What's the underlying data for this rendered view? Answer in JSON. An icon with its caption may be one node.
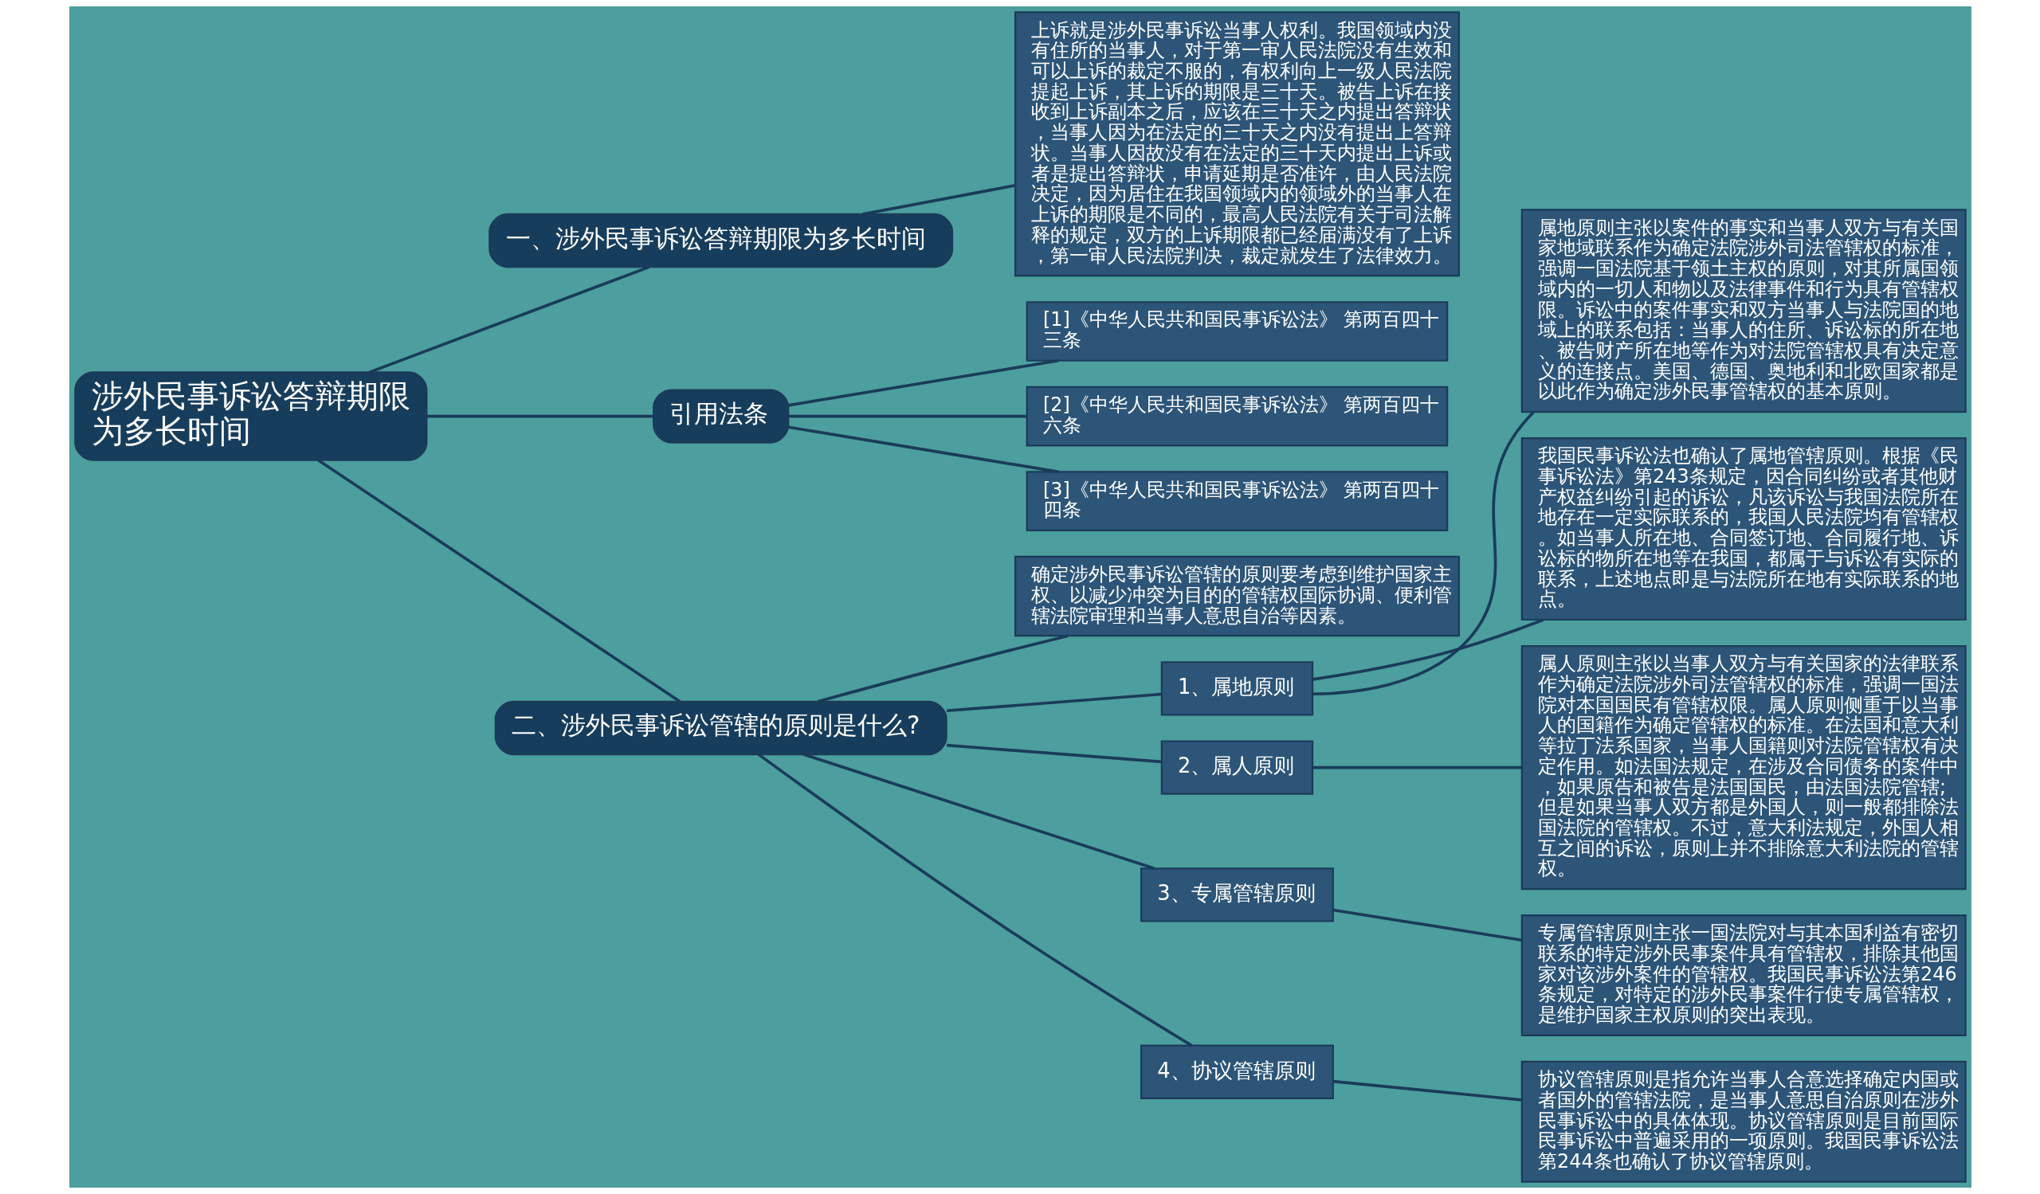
{
  "diagram": {
    "nodes": [
      {
        "text": [
          "涉外民事诉讼答辩期限为多长时间"
        ]
      },
      {
        "text": [
          "一、涉外民事诉讼答辩期限为多长时间"
        ]
      },
      {
        "text": [
          "上诉就是涉外民事诉讼当事人权利。我国领域内没有住所的当事人，对于第一审人民法院没有生效和可以上诉的裁定不服的，有权利向上一级人民法院提起上诉，其上诉的期限是三十天。被告上诉在接收到上诉副本之后，应该在三十天之内提出答辩状，当事人因为在法定的三十天之内没有提出上答辩状。当事人因故没有在法定的三十天内提出上诉或者是提出答辩状，申请延期是否准许，由人民法院决定，因为居住在我国领域内的领域外的当事人在上诉的期限是不同的，最高人民法院有关于司法解释的规定，双方的上诉期限都已经届满没有了上诉，第一审人民法院判决，裁定就发生了法律效力。"
        ]
      },
      {
        "text": [
          "引用法条"
        ]
      },
      {
        "text": [
          "[1]《中华人民共和国民事诉讼法》 第两百四十三条"
        ]
      },
      {
        "text": [
          "[2]《中华人民共和国民事诉讼法》 第两百四十六条"
        ]
      },
      {
        "text": [
          "[3]《中华人民共和国民事诉讼法》 第两百四十四条"
        ]
      },
      {
        "text": [
          "二、涉外民事诉讼管辖的原则是什么?"
        ]
      },
      {
        "text": [
          "确定涉外民事诉讼管辖的原则要考虑到维护国家主权、以减少冲突为目的的管辖权国际协调、便利管辖法院审理和当事人意思自治等因素。"
        ]
      },
      {
        "text": [
          "1、属地原则"
        ]
      },
      {
        "text": [
          "属地原则主张以案件的事实和当事人双方与有关国家地域联系作为确定法院涉外司法管辖权的标准，强调一国法院基于领土主权的原则，对其所属国领域内的一切人和物以及法律事件和行为具有管辖权限。诉讼中的案件事实和双方当事人与法院国的地域上的联系包括：当事人的住所、诉讼标的所在地、被告财产所在地等作为对法院管辖权具有决定意义的连接点。美国、德国、奥地利和北欧国家都是以此作为确定涉外民事管辖权的基本原则。"
        ]
      },
      {
        "text": [
          "我国民事诉讼法也确认了属地管辖原则。根据《民事诉讼法》第243条规定，因合同纠纷或者其他财产权益纠纷引起的诉讼，凡该诉讼与我国法院所在地存在一定实际联系的，我国人民法院均有管辖权。如当事人所在地、合同签订地、合同履行地、诉讼标的物所在地等在我国，都属于与诉讼有实际的联系，上述地点即是与法院所在地有实际联系的地点。"
        ]
      },
      {
        "text": [
          "2、属人原则"
        ]
      },
      {
        "text": [
          "属人原则主张以当事人双方与有关国家的法律联系作为确定法院涉外司法管辖权的标准，强调一国法院对本国国民有管辖权限。属人原则侧重于以当事人的国籍作为确定管辖权的标准。在法国和意大利等拉丁法系国家，当事人国籍则对法院管辖权有决定作用。如法国法规定，在涉及合同债务的案件中，如果原告和被告是法国国民，由法国法院管辖;但是如果当事人双方都是外国人，则一般都排除法国法院的管辖权。不过，意大利法规定，外国人相互之间的诉讼，原则上并不排除意大利法院的管辖权。"
        ]
      },
      {
        "text": [
          "3、专属管辖原则"
        ]
      },
      {
        "text": [
          "专属管辖原则主张一国法院对与其本国利益有密切联系的特定涉外民事案件具有管辖权，排除其他国家对该涉外案件的管辖权。我国民事诉讼法第246条规定，对特定的涉外民事案件行使专属管辖权，是维护国家主权原则的突出表现。"
        ]
      },
      {
        "text": [
          "4、协议管辖原则"
        ]
      },
      {
        "text": [
          "协议管辖原则是指允许当事人合意选择确定内国或者国外的管辖法院，是当事人意思自治原则在涉外民事诉讼中的具体体现。协议管辖原则是目前国际民事诉讼中普遍采用的一项原则。我国民事诉讼法第244条也确认了协议管辖原则。"
        ]
      }
    ],
    "edges": [
      {
        "from": 0,
        "to": 1,
        "arrow": "none"
      },
      {
        "from": 1,
        "to": 2,
        "arrow": "none"
      },
      {
        "from": 0,
        "to": 3,
        "arrow": "none"
      },
      {
        "from": 3,
        "to": 4,
        "arrow": "none"
      },
      {
        "from": 3,
        "to": 5,
        "arrow": "none"
      },
      {
        "from": 3,
        "to": 6,
        "arrow": "none"
      },
      {
        "from": 0,
        "to": 7,
        "arrow": "none"
      },
      {
        "from": 7,
        "to": 8,
        "arrow": "none"
      },
      {
        "from": 7,
        "to": 9,
        "arrow": "none"
      },
      {
        "from": 9,
        "to": 10,
        "arrow": "none"
      },
      {
        "from": 9,
        "to": 11,
        "arrow": "none"
      },
      {
        "from": 7,
        "to": 12,
        "arrow": "none"
      },
      {
        "from": 12,
        "to": 13,
        "arrow": "none"
      },
      {
        "from": 7,
        "to": 14,
        "arrow": "none"
      },
      {
        "from": 14,
        "to": 15,
        "arrow": "none"
      },
      {
        "from": 7,
        "to": 16,
        "arrow": "none"
      },
      {
        "from": 16,
        "to": 17,
        "arrow": "none"
      }
    ]
  }
}
